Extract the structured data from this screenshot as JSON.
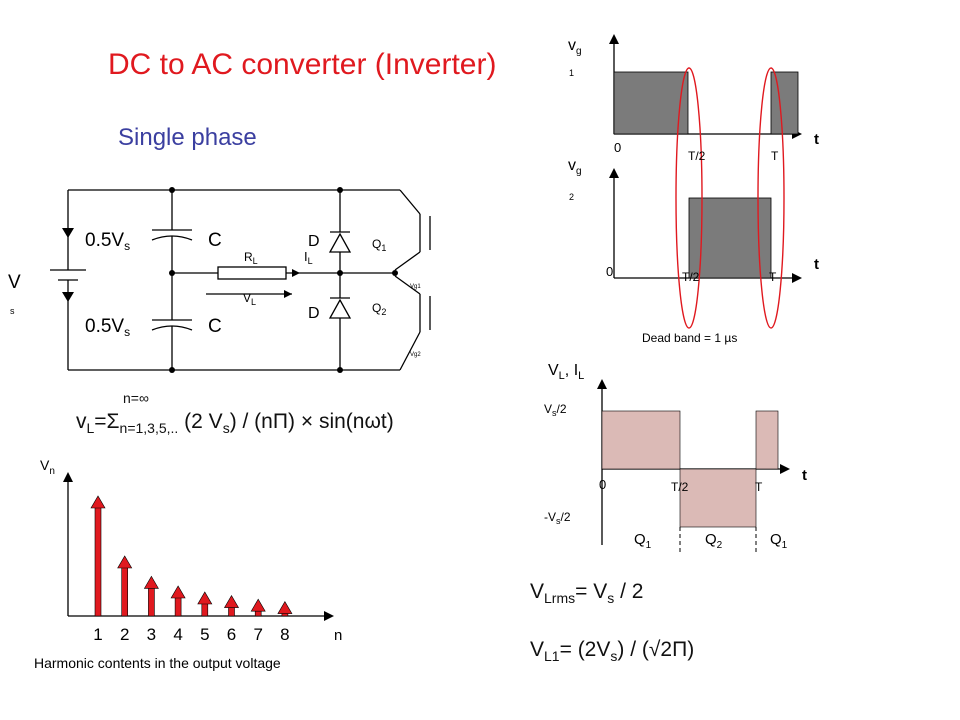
{
  "title": "DC to AC converter     (Inverter)",
  "subtitle": "Single phase",
  "circuit": {
    "vs_top": "0.5V",
    "vs_bottom": "0.5V",
    "sub_s": "s",
    "cap_top": "C",
    "cap_bottom": "C",
    "supply_v": "V",
    "rl_r": "R",
    "rl_sub": "L",
    "il_i": "I",
    "il_sub": "L",
    "vl_v": "V",
    "vl_sub": "L",
    "diode_top": "D",
    "diode_bottom": "D",
    "q1_q": "Q",
    "q1_sub": "1",
    "q2_q": "Q",
    "q2_sub": "2",
    "vg1": "Vg1",
    "vg2": "Vg2"
  },
  "formula": {
    "top": "n=∞",
    "lhs_v": "v",
    "lhs_sub": "L",
    "sigma": "=Σ",
    "sum_range": "n=1,3,5,..",
    "body_1": " (2 V",
    "body_s": "s",
    "body_2": ") / (nΠ)  × sin(nωt)"
  },
  "gate_signals": {
    "vg1_label": "v",
    "vg1_sub": "g",
    "vg1_num": "1",
    "vg2_label": "v",
    "vg2_sub": "g",
    "vg2_num": "2",
    "zero": "0",
    "half_period": "T/2",
    "period": "T",
    "time_axis": "t",
    "dead_band": "Dead band = 1 µs",
    "fill_color": "#7b7b7b",
    "highlight_color": "#e0191f"
  },
  "output_waveform": {
    "title_v": "V",
    "title_v_sub": "L",
    "title_sep": ", I",
    "title_i_sub": "L",
    "pos_level": "V",
    "pos_level_sub": "s",
    "pos_level_tail": "/2",
    "neg_level": "-V",
    "neg_level_sub": "s",
    "neg_level_tail": "/2",
    "zero": "0",
    "half_period": "T/2",
    "period": "T",
    "time_axis": "t",
    "q_labels": [
      {
        "q": "Q",
        "sub": "1"
      },
      {
        "q": "Q",
        "sub": "2"
      },
      {
        "q": "Q",
        "sub": "1"
      }
    ],
    "fill_color": "#dbbab6"
  },
  "results": {
    "vlrms_v": "V",
    "vlrms_sub": "Lrms",
    "vlrms_eq": "= V",
    "vlrms_s": "s",
    "vlrms_tail": " / 2",
    "vl1_v": "V",
    "vl1_sub": "L1",
    "vl1_eq": "= (2V",
    "vl1_s": "s",
    "vl1_tail": ") / (√2Π)"
  },
  "spectrum": {
    "y_label": "V",
    "y_sub": "n",
    "x_label": "n",
    "caption": "Harmonic contents in the output voltage",
    "ticks": [
      "1",
      "2",
      "3",
      "4",
      "5",
      "6",
      "7",
      "8"
    ],
    "arrow_color": "#e0191f"
  },
  "chart_data": {
    "type": "bar",
    "categories": [
      "1",
      "2",
      "3",
      "4",
      "5",
      "6",
      "7",
      "8"
    ],
    "values": [
      1.0,
      0.5,
      0.33,
      0.25,
      0.2,
      0.17,
      0.14,
      0.12
    ],
    "xlabel": "n",
    "ylabel": "Vn",
    "ylim": [
      0,
      1.15
    ]
  }
}
